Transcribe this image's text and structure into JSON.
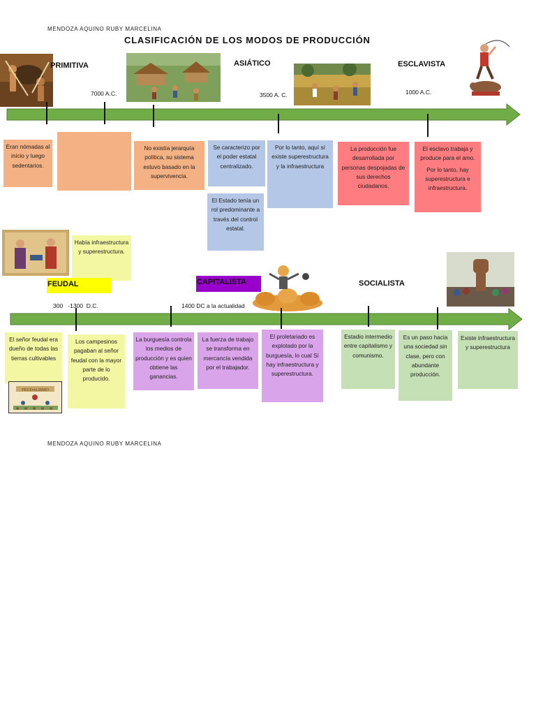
{
  "author_top": "MENDOZA AQUINO RUBY MARCELINA",
  "author_bottom": "MENDOZA AQUINO RUBY MARCELINA",
  "title": "CLASIFICACIÓN DE LOS MODOS DE PRODUCCIÓN",
  "colors": {
    "arrow": "#70ad47",
    "arrow_outline": "#507e32",
    "orange": "#f4b183",
    "blue": "#b4c7e7",
    "red": "#ff7c80",
    "yellow": "#f3f7a2",
    "purple": "#d9a4ea",
    "green": "#c5e0b4",
    "feudal_label_bg": "#ffff00",
    "capitalista_label_bg": "#9900cc"
  },
  "row1": {
    "eras": {
      "primitiva": "PRIMITIVA",
      "asiatico": "ASIÁTICO",
      "esclavista": "ESCLAVISTA"
    },
    "dates": {
      "primitiva": "7000 A.C.",
      "asiatico": "3500 A. C.",
      "esclavista": "1000 A.C."
    },
    "notes": {
      "nomadas": "Eran nómadas al inicio y luego sedentarios.",
      "blank": "",
      "jerarquia": "No existía jerarquía política, su sistema estuvo basado en la supervivencia.",
      "poder_estatal": "Se caracterizo por el poder estatal centralizado.",
      "rol_estado": "El Estado tenía un rol predominante a través del control estatal.",
      "superestructura": "Por lo tanto, aquí sí existe superestructura y la infraestructura",
      "despojadas": "La producción fue desarrollada por personas despojadas de sus derechos ciudadanos.",
      "esclavo_1": "El esclavo trabaja y produce para el amo.",
      "esclavo_2": "Por lo tanto, hay superestructura e infraestructura."
    }
  },
  "row2": {
    "eras": {
      "feudal": "FEUDAL",
      "capitalista": "CAPITALISTA",
      "socialista": "SOCIALISTA"
    },
    "dates": {
      "feudal": "300   -1300  D.C.",
      "capitalista": "1400 DC a la actualidad"
    },
    "notes": {
      "habia": "Había infraestructura y superestructura.",
      "senor_feudal": "El señor feudal era dueño de todas las tierras cultivables",
      "campesinos": "Los campesinos pagaban al señor feudal con la mayor parte de lo producido.",
      "burguesia": "La burguesía controla los medios de producción y es quien obtiene las ganancias.",
      "fuerza_trabajo": "La fuerza de trabajo se transforma en mercancía vendida por el trabajador.",
      "proletariado": "El proletariado es explotado por la burguesía, lo cual Sí hay infraestructura y superestructura.",
      "estadio": "Estadio intermedio entre capitalismo y comunismo.",
      "paso": "Es un paso hacia una sociedad sin clase, pero con abundante producción.",
      "existe": "Existe infraestructura y superestructura"
    },
    "feudalismo_caption": "FEUDALISMO"
  }
}
